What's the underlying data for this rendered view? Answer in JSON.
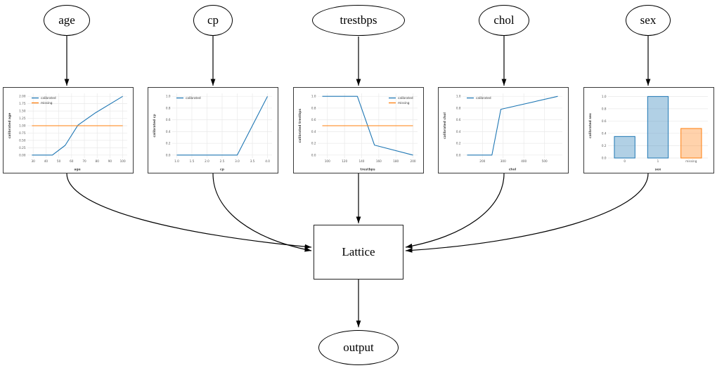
{
  "diagram": {
    "inputs": [
      {
        "label": "age"
      },
      {
        "label": "cp"
      },
      {
        "label": "trestbps"
      },
      {
        "label": "chol"
      },
      {
        "label": "sex"
      }
    ],
    "lattice_label": "Lattice",
    "output_label": "output"
  },
  "colors": {
    "calibrated": "#1f77b4",
    "missing": "#ff7f0e",
    "edge": "#000000",
    "grid": "#e9e9e9",
    "tick_text": "#555555",
    "axis_text": "#444444",
    "node_border": "#000000",
    "chart_border": "#3a3a3a"
  },
  "chart_data": [
    {
      "type": "line",
      "title": "",
      "xlabel": "age",
      "ylabel": "calibrated age",
      "xlim": [
        25.5,
        103.5
      ],
      "ylim": [
        -0.1,
        2.1
      ],
      "xtick_vals": [
        30,
        40,
        50,
        60,
        70,
        80,
        90,
        100
      ],
      "xtick_labels": [
        "30",
        "40",
        "50",
        "60",
        "70",
        "80",
        "90",
        "100"
      ],
      "ytick_vals": [
        0,
        0.25,
        0.5,
        0.75,
        1.0,
        1.25,
        1.5,
        1.75,
        2.0
      ],
      "ytick_labels": [
        "0.00",
        "0.25",
        "0.50",
        "0.75",
        "1.00",
        "1.25",
        "1.50",
        "1.75",
        "2.00"
      ],
      "grid": true,
      "legend_loc": "upper-left",
      "series": [
        {
          "name": "calibrated",
          "color": "#1f77b4",
          "x": [
            29,
            45,
            55,
            65,
            78,
            100
          ],
          "y": [
            0,
            0,
            0.33,
            1.02,
            1.42,
            2.0
          ]
        },
        {
          "name": "missing",
          "color": "#ff7f0e",
          "x": [
            29,
            100
          ],
          "y": [
            1.0,
            1.0
          ]
        }
      ]
    },
    {
      "type": "line",
      "title": "",
      "xlabel": "cp",
      "ylabel": "calibrated cp",
      "xlim": [
        0.85,
        4.15
      ],
      "ylim": [
        -0.05,
        1.05
      ],
      "xtick_vals": [
        1.0,
        1.5,
        2.0,
        2.5,
        3.0,
        3.5,
        4.0
      ],
      "xtick_labels": [
        "1.0",
        "1.5",
        "2.0",
        "2.5",
        "3.0",
        "3.5",
        "4.0"
      ],
      "ytick_vals": [
        0,
        0.2,
        0.4,
        0.6,
        0.8,
        1.0
      ],
      "ytick_labels": [
        "0.0",
        "0.2",
        "0.4",
        "0.6",
        "0.8",
        "1.0"
      ],
      "grid": true,
      "legend_loc": "upper-left",
      "series": [
        {
          "name": "calibrated",
          "color": "#1f77b4",
          "x": [
            1,
            3,
            4
          ],
          "y": [
            0,
            0,
            1.0
          ]
        }
      ]
    },
    {
      "type": "line",
      "title": "",
      "xlabel": "trestbps",
      "ylabel": "calibrated trestbps",
      "xlim": [
        88.7,
        205.3
      ],
      "ylim": [
        -0.05,
        1.05
      ],
      "xtick_vals": [
        100,
        120,
        140,
        160,
        180,
        200
      ],
      "xtick_labels": [
        "100",
        "120",
        "140",
        "160",
        "180",
        "200"
      ],
      "ytick_vals": [
        0,
        0.2,
        0.4,
        0.6,
        0.8,
        1.0
      ],
      "ytick_labels": [
        "0.0",
        "0.2",
        "0.4",
        "0.6",
        "0.8",
        "1.0"
      ],
      "grid": true,
      "legend_loc": "upper-right",
      "series": [
        {
          "name": "calibrated",
          "color": "#1f77b4",
          "x": [
            94,
            135,
            155,
            200
          ],
          "y": [
            1.0,
            1.0,
            0.17,
            0.0
          ]
        },
        {
          "name": "missing",
          "color": "#ff7f0e",
          "x": [
            94,
            200
          ],
          "y": [
            0.5,
            0.5
          ]
        }
      ]
    },
    {
      "type": "line",
      "title": "",
      "xlabel": "chol",
      "ylabel": "calibrated chol",
      "xlim": [
        104,
        586
      ],
      "ylim": [
        -0.05,
        1.05
      ],
      "xtick_vals": [
        200,
        300,
        400,
        500
      ],
      "xtick_labels": [
        "200",
        "300",
        "400",
        "500"
      ],
      "ytick_vals": [
        0,
        0.2,
        0.4,
        0.6,
        0.8,
        1.0
      ],
      "ytick_labels": [
        "0.0",
        "0.2",
        "0.4",
        "0.6",
        "0.8",
        "1.0"
      ],
      "grid": true,
      "legend_loc": "upper-left",
      "series": [
        {
          "name": "calibrated",
          "color": "#1f77b4",
          "x": [
            126,
            246,
            289,
            564
          ],
          "y": [
            0,
            0,
            0.78,
            1.0
          ]
        }
      ]
    },
    {
      "type": "bar",
      "title": "",
      "xlabel": "sex",
      "ylabel": "calibrated sex",
      "categories": [
        "0",
        "1",
        "missing"
      ],
      "values": [
        0.35,
        1.0,
        0.48
      ],
      "bar_colors": [
        "#1f77b4",
        "#1f77b4",
        "#ff7f0e"
      ],
      "ylim": [
        0,
        1.05
      ],
      "ytick_vals": [
        0,
        0.2,
        0.4,
        0.6,
        0.8,
        1.0
      ],
      "ytick_labels": [
        "0.0",
        "0.2",
        "0.4",
        "0.6",
        "0.8",
        "1.0"
      ],
      "grid": true
    }
  ]
}
